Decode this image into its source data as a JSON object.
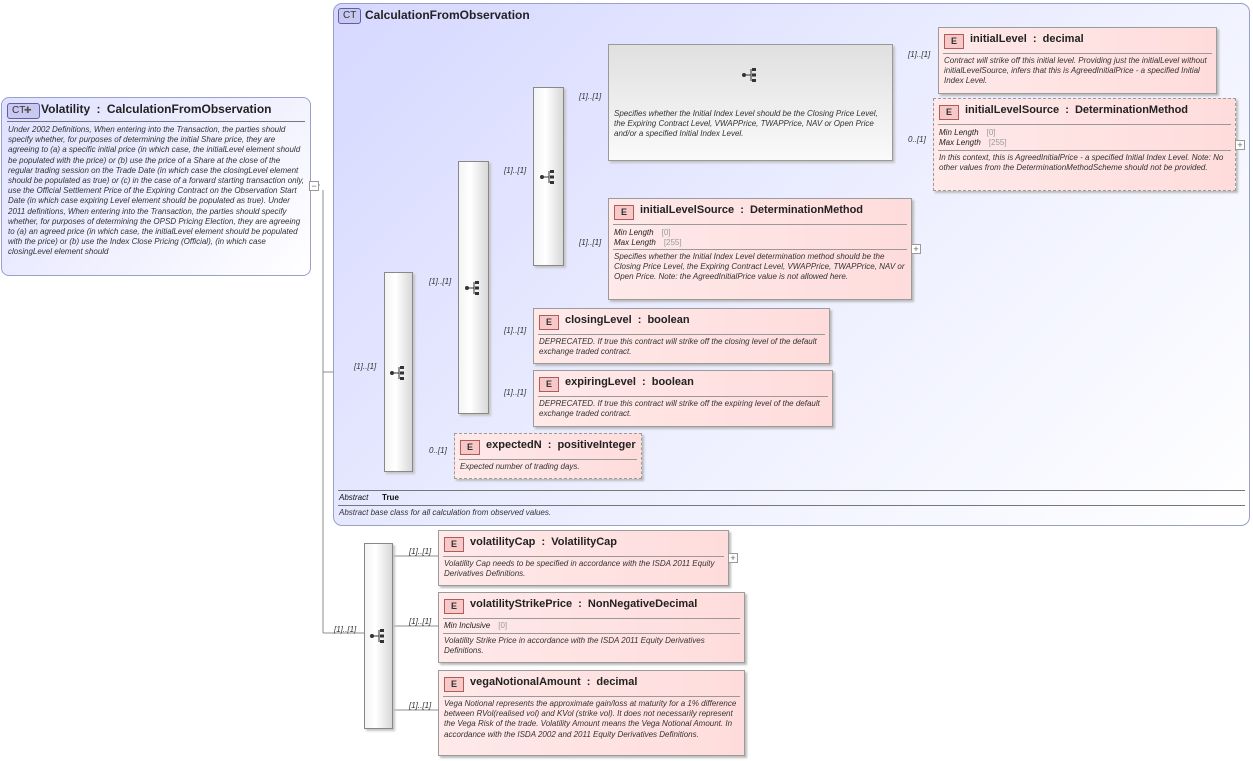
{
  "root": {
    "badge": "CT",
    "name": "Volatility",
    "type": "CalculationFromObservation",
    "description": "Under 2002 Definitions, When entering into the Transaction, the parties should specify whether, for purposes of determining the initial Share price, they are agreeing to (a) a specific initial price (in which case, the initialLevel element should be populated with the price) or (b) use the price of a Share at the close of the regular trading session on the Trade Date (in which case the closingLevel element should be populated as true) or (c) in the case of a forward starting transaction only, use the Official Settlement Price of the Expiring Contract on the Observation Start Date (in which case expiring Level element should be populated as true). Under 2011 definitions, When entering into the Transaction, the parties should specify whether, for purposes of determining the OPSD Pricing Election, they are agreeing to (a) an agreed price (in which case, the initialLevel element should be populated with the price) or (b) use the Index Close Pricing (Official), (in which case closingLevel element should"
  },
  "base": {
    "badge": "CT",
    "name": "CalculationFromObservation",
    "abstract_label": "Abstract",
    "abstract_value": "True",
    "description": "Abstract base class for all calculation from observed values."
  },
  "choice_group": {
    "description": "Specifies whether the Initial Index Level should be the Closing Price Level, the Expiring Contract Level, VWAPPrice, TWAPPrice, NAV or Open Price and/or a specified Initial Index Level."
  },
  "cardinalities": {
    "seq_a": "[1]..[1]",
    "seq_b": "[1]..[1]",
    "seq_c": "[1]..[1]",
    "choice": "[1]..[1]",
    "initialLevel": "[1]..[1]",
    "initialLevelSource_opt": "0..[1]",
    "initialLevelSource": "[1]..[1]",
    "closingLevel": "[1]..[1]",
    "expiringLevel": "[1]..[1]",
    "expectedN": "0..[1]",
    "seq_vol": "[1]..[1]",
    "volatilityCap": "[1]..[1]",
    "volatilityStrikePrice": "[1]..[1]",
    "vegaNotionalAmount": "[1]..[1]"
  },
  "elements": {
    "initialLevel": {
      "badge": "E",
      "name": "initialLevel",
      "type": "decimal",
      "description": "Contract will strike off this initial level. Providing just the initialLevel without initialLevelSource, infers that this is AgreedInitialPrice - a specified Initial Index Level."
    },
    "initialLevelSource_opt": {
      "badge": "E",
      "name": "initialLevelSource",
      "type": "DeterminationMethod",
      "min_length_label": "Min Length",
      "min_length_value": "[0]",
      "max_length_label": "Max Length",
      "max_length_value": "[255]",
      "description": "In this context, this is AgreedInitialPrice - a specified Initial Index Level. Note: No other values from the DeterminationMethodScheme should not be provided."
    },
    "initialLevelSource": {
      "badge": "E",
      "name": "initialLevelSource",
      "type": "DeterminationMethod",
      "min_length_label": "Min Length",
      "min_length_value": "[0]",
      "max_length_label": "Max Length",
      "max_length_value": "[255]",
      "description": "Specifies whether the Initial Index Level determination method should be the Closing Price Level, the Expiring Contract Level, VWAPPrice, TWAPPrice, NAV or Open Price. Note: the AgreedInitialPrice value is not allowed here."
    },
    "closingLevel": {
      "badge": "E",
      "name": "closingLevel",
      "type": "boolean",
      "description": "DEPRECATED. If true this contract will strike off the closing level of the default exchange traded contract."
    },
    "expiringLevel": {
      "badge": "E",
      "name": "expiringLevel",
      "type": "boolean",
      "description": "DEPRECATED. If true this contract will strike off the expiring level of the default exchange traded contract."
    },
    "expectedN": {
      "badge": "E",
      "name": "expectedN",
      "type": "positiveInteger",
      "description": "Expected number of trading days."
    },
    "volatilityCap": {
      "badge": "E",
      "name": "volatilityCap",
      "type": "VolatilityCap",
      "description": "Volatility Cap needs to be specified in accordance with the ISDA 2011 Equity Derivatives Definitions."
    },
    "volatilityStrikePrice": {
      "badge": "E",
      "name": "volatilityStrikePrice",
      "type": "NonNegativeDecimal",
      "min_inclusive_label": "Min Inclusive",
      "min_inclusive_value": "[0]",
      "description": "Volatility Strike Price in accordance with the ISDA 2011 Equity Derivatives Definitions."
    },
    "vegaNotionalAmount": {
      "badge": "E",
      "name": "vegaNotionalAmount",
      "type": "decimal",
      "description": "Vega Notional represents the approximate gain/loss at maturity for a 1% difference between RVol(realised vol) and KVol (strike vol). It does not necessarily represent the Vega Risk of the trade. Volatility Amount means the Vega Notional Amount. In accordance with the ISDA 2002 and 2011 Equity Derivatives Definitions."
    }
  },
  "separator": ":",
  "colors": {
    "ct_fill": "#d6d8ff",
    "element_fill": "#ffe0e0",
    "line": "#808080"
  }
}
